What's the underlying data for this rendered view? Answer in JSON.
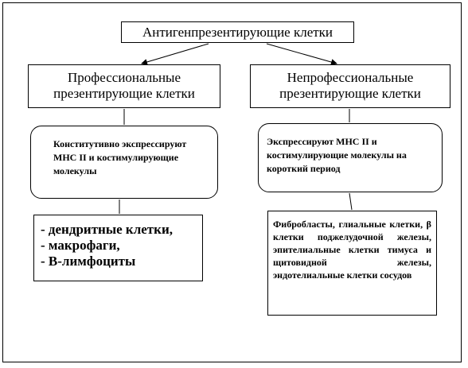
{
  "root": {
    "label": "Антигенпрезентирующие клетки"
  },
  "professional": {
    "title": "Профессиональные презентирующие клетки",
    "note": "Конститутивно экспрессируют МНС II и костимулирующие молекулы",
    "examples": [
      "- дендритные клетки,",
      "- макрофаги,",
      "- В-лимфоциты"
    ]
  },
  "nonprofessional": {
    "title": "Непрофессиональные презентирующие клетки",
    "note": "Экспрессируют МНС II и костимулирующие молекулы на короткий период",
    "examples_text": "Фибробласты, глиальные клетки, β клетки поджелудочной железы, эпителиальные клетки тимуса и щитовидной железы, эндотелиальные клетки сосудов"
  }
}
